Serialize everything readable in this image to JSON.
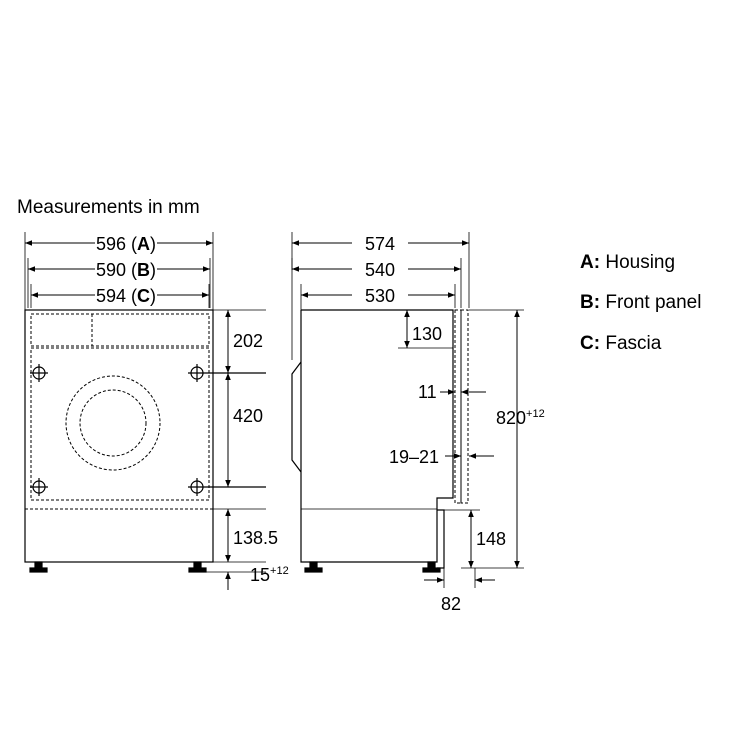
{
  "title": "Measurements in mm",
  "legend": [
    {
      "key": "A:",
      "label": "Housing"
    },
    {
      "key": "B:",
      "label": "Front panel"
    },
    {
      "key": "C:",
      "label": "Fascia"
    }
  ],
  "front_view": {
    "width_a": {
      "value": "596",
      "key": "A"
    },
    "width_b": {
      "value": "590",
      "key": "B"
    },
    "width_c": {
      "value": "594",
      "key": "C"
    },
    "height_top": "202",
    "height_middle": "420",
    "height_bottom": "138.5",
    "foot_height": "15",
    "foot_height_tolerance": "+12"
  },
  "side_view": {
    "depth_1": "574",
    "depth_2": "540",
    "depth_3": "530",
    "panel_top": "130",
    "panel_gap": "11",
    "panel_thickness": "19–21",
    "total_height": "820",
    "total_height_tolerance": "+12",
    "plinth_height": "148",
    "plinth_depth": "82"
  }
}
